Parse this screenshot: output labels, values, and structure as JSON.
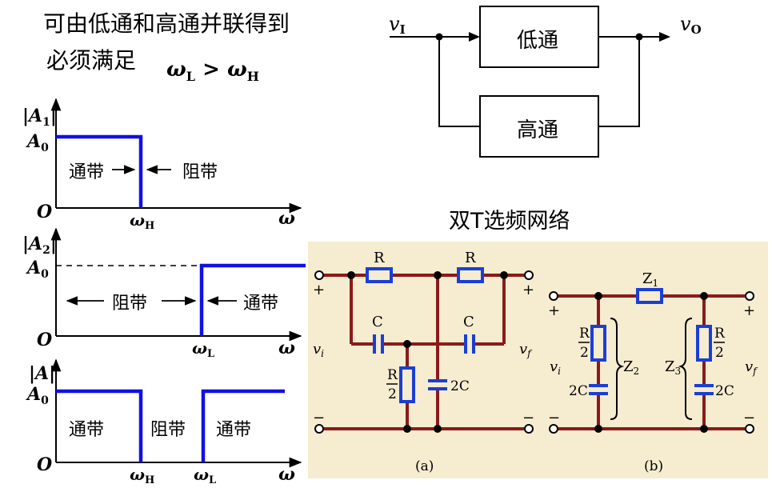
{
  "heading": {
    "line1": "可由低通和高通并联得到",
    "line2": "必须满足",
    "condition_omega_l": "ω",
    "condition_sub_l": "L",
    "condition_gt": ">",
    "condition_omega_h": "ω",
    "condition_sub_h": "H"
  },
  "block_diagram": {
    "input_label": "v",
    "input_sub": "I",
    "output_label": "v",
    "output_sub": "O",
    "lowpass_label": "低通",
    "highpass_label": "高通"
  },
  "plot1": {
    "ylabel": "|A",
    "ylabel_sub": "1",
    "ylabel_end": "|",
    "a0": "A",
    "a0_sub": "0",
    "origin": "O",
    "xaxis": "ω",
    "tick": "ω",
    "tick_sub": "H",
    "pass_label": "通带",
    "stop_label": "阻带"
  },
  "plot2": {
    "ylabel": "|A",
    "ylabel_sub": "2",
    "ylabel_end": "|",
    "a0": "A",
    "a0_sub": "0",
    "origin": "O",
    "xaxis": "ω",
    "tick": "ω",
    "tick_sub": "L",
    "stop_label": "阻带",
    "pass_label": "通带"
  },
  "plot3": {
    "ylabel": "|A|",
    "a0": "A",
    "a0_sub": "0",
    "origin": "O",
    "xaxis": "ω",
    "tick1": "ω",
    "tick1_sub": "H",
    "tick2": "ω",
    "tick2_sub": "L",
    "pass_left": "通带",
    "stop_mid": "阻带",
    "pass_right": "通带"
  },
  "twin_t": {
    "title": "双T选频网络",
    "circuit_a": {
      "r1": "R",
      "r2": "R",
      "c1": "C",
      "c2": "C",
      "r_half_num": "R",
      "r_half_den": "2",
      "c_double": "2C",
      "plus_in": "+",
      "plus_out": "+",
      "minus_in": "−",
      "minus_out": "−",
      "vin": "v",
      "vin_sub": "i",
      "vout": "v",
      "vout_sub": "f",
      "caption": "(a)"
    },
    "circuit_b": {
      "z1": "Z",
      "z1_sub": "1",
      "z2": "Z",
      "z2_sub": "2",
      "z3": "Z",
      "z3_sub": "3",
      "r_half_num_left": "R",
      "r_half_den_left": "2",
      "c_double_left": "2C",
      "r_half_num_right": "R",
      "r_half_den_right": "2",
      "c_double_right": "2C",
      "plus_in": "+",
      "plus_out": "+",
      "minus_in": "−",
      "minus_out": "−",
      "vin": "v",
      "vin_sub": "i",
      "vout": "v",
      "vout_sub": "f",
      "caption": "(b)"
    }
  },
  "colors": {
    "response_line": "#1010e6",
    "wire": "#8b1a1a",
    "component": "#1a3fd6",
    "circuit_bg": "#f6ecd0"
  }
}
